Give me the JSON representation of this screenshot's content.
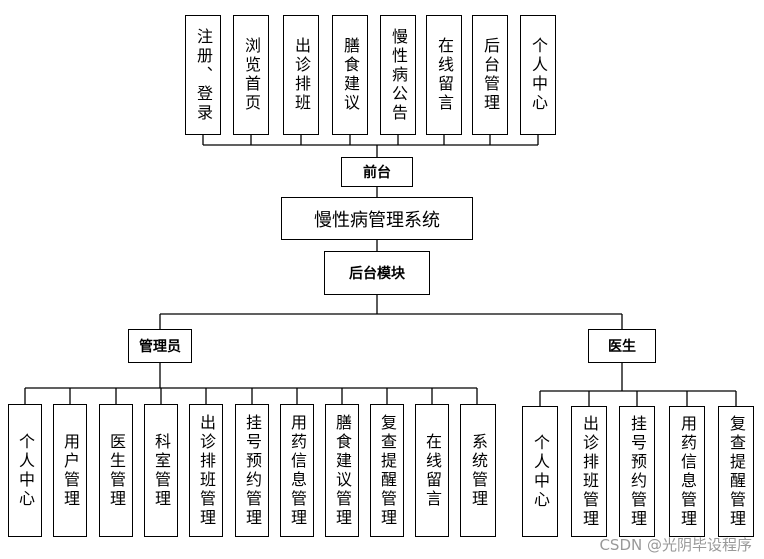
{
  "frontend": {
    "items": [
      "注册、登录",
      "浏览首页",
      "出诊排班",
      "膳食建议",
      "慢性病公告",
      "在线留言",
      "后台管理",
      "个人中心"
    ],
    "label": "前台"
  },
  "system_title": "慢性病管理系统",
  "backend_label": "后台模块",
  "admin": {
    "label": "管理员",
    "items": [
      "个人中心",
      "用户管理",
      "医生管理",
      "科室管理",
      "出诊排班管理",
      "挂号预约管理",
      "用药信息管理",
      "膳食建议管理",
      "复查提醒管理",
      "在线留言",
      "系统管理"
    ]
  },
  "doctor": {
    "label": "医生",
    "items": [
      "个人中心",
      "出诊排班管理",
      "挂号预约管理",
      "用药信息管理",
      "复查提醒管理"
    ]
  },
  "watermark": "CSDN @光阴毕设程序"
}
